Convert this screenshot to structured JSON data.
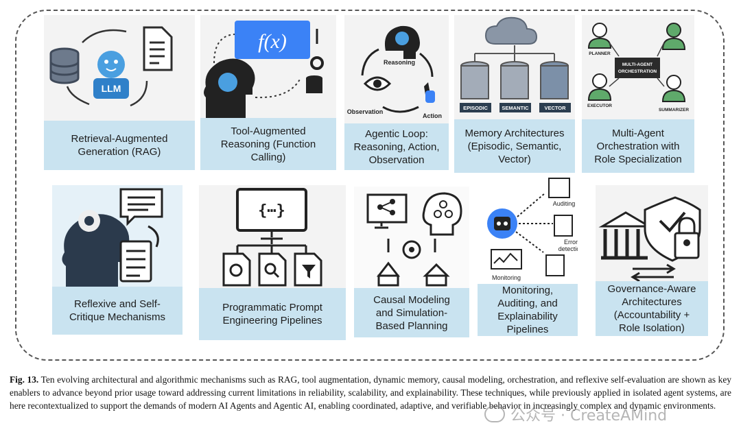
{
  "cards": [
    {
      "label": "Retrieval-Augmented\nGeneration (RAG)",
      "icon": "rag-llm-icon",
      "badge": "LLM"
    },
    {
      "label": "Tool-Augmented\nReasoning (Function\nCalling)",
      "icon": "function-call-icon",
      "badge": "f(x)"
    },
    {
      "label": "Agentic Loop:\nReasoning, Action,\nObservation",
      "icon": "agentic-loop-icon",
      "steps": [
        "Reasoning",
        "Action",
        "Observation"
      ]
    },
    {
      "label": "Memory Architectures\n(Episodic, Semantic,\nVector)",
      "icon": "memory-databases-icon",
      "stores": [
        "EPISODIC",
        "SEMANTIC",
        "VECTOR"
      ]
    },
    {
      "label": "Multi-Agent\nOrchestration with\nRole Specialization",
      "icon": "multi-agent-icon",
      "hub": "MULTI-AGENT\nORCHESTRATION",
      "roles": [
        "PLANNER",
        "EXECUTOR",
        "SUMMARIZER"
      ]
    },
    {
      "label": "Reflexive and Self-\nCritique Mechanisms",
      "icon": "self-critique-icon"
    },
    {
      "label": "Programmatic Prompt\nEngineering Pipelines",
      "icon": "prompt-pipeline-icon",
      "badge": "{⋯}"
    },
    {
      "label": "Causal Modeling\nand Simulation-\nBased Planning",
      "icon": "causal-planning-icon"
    },
    {
      "label": "Monitoring,\nAuditing, and\nExplainability\nPipelines",
      "icon": "monitoring-icon",
      "tags": [
        "Auditing",
        "Error\ndetection",
        "Monitoring"
      ]
    },
    {
      "label": "Governance-Aware\nArchitectures\n(Accountability +\nRole Isolation)",
      "icon": "governance-icon"
    }
  ],
  "caption": {
    "prefix": "Fig. 13.",
    "text": "Ten evolving architectural and algorithmic mechanisms such as RAG, tool augmentation, dynamic memory, causal modeling, orchestration, and reflexive self-evaluation are shown as key enablers to advance beyond prior usage toward addressing current limitations in reliability, scalability, and explainability. These techniques, while previously applied in isolated agent systems, are here recontextualized to support the demands of modern AI Agents and Agentic AI, enabling coordinated, adaptive, and verifiable behavior in increasingly complex and dynamic environments."
  },
  "watermark": "公众号 · CreateAMind",
  "colors": {
    "label_bg": "#c9e3f0",
    "accent_blue": "#3b82f6",
    "dark": "#2c3e50"
  }
}
